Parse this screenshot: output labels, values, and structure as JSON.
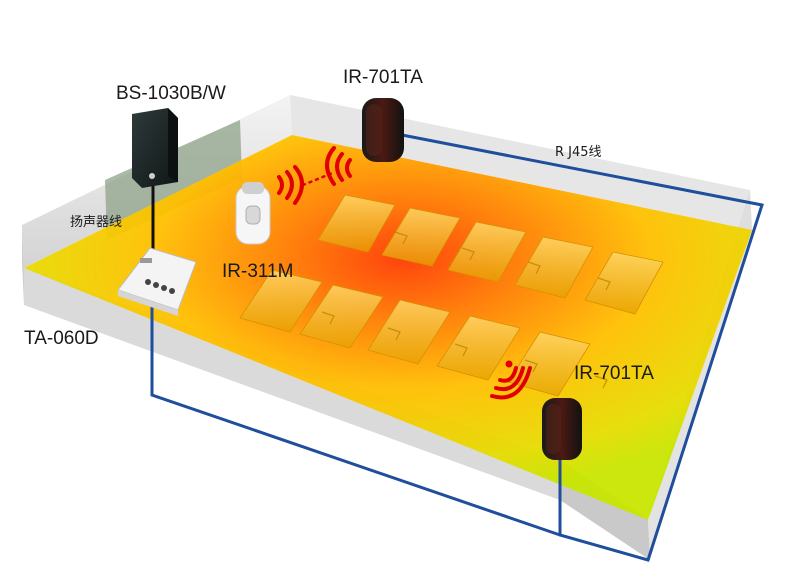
{
  "labels": {
    "speaker": "BS-1030B/W",
    "speaker_cable": "扬声器线",
    "amplifier": "TA-060D",
    "microphone": "IR-311M",
    "receiver_top": "IR-701TA",
    "receiver_bottom": "IR-701TA",
    "rj45_cable": "R J45线"
  },
  "colors": {
    "cable_blue": "#1f4e9c",
    "signal_red": "#e00000",
    "floor_outer": "#c9e600",
    "floor_center": "#ff4000",
    "wall_grey": "#d9d9d9"
  },
  "icons": {
    "speaker": "wall-speaker-icon",
    "amplifier": "amplifier-unit-icon",
    "microphone": "handheld-ir-mic-icon",
    "receiver": "ir-receiver-icon",
    "signal": "wireless-signal-icon"
  }
}
